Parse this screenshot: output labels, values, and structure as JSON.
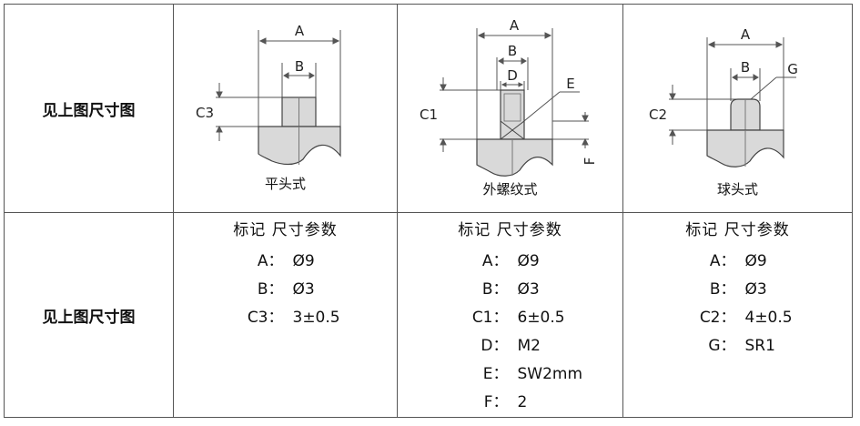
{
  "row_label": "见上图尺寸图",
  "columns": [
    {
      "caption": "平头式",
      "dims": {
        "A": "A",
        "B": "B",
        "C": "C3"
      },
      "header": "标记 尺寸参数",
      "params": [
        {
          "key": "A：",
          "val": "Ø9"
        },
        {
          "key": "B：",
          "val": "Ø3"
        },
        {
          "key": "C3：",
          "val": "3±0.5"
        }
      ]
    },
    {
      "caption": "外螺纹式",
      "dims": {
        "A": "A",
        "B": "B",
        "D": "D",
        "E": "E",
        "C": "C1",
        "F": "F"
      },
      "header": "标记 尺寸参数",
      "params": [
        {
          "key": "A：",
          "val": "Ø9"
        },
        {
          "key": "B：",
          "val": "Ø3"
        },
        {
          "key": "C1：",
          "val": "6±0.5"
        },
        {
          "key": "D：",
          "val": "M2"
        },
        {
          "key": "E：",
          "val": "SW2mm"
        },
        {
          "key": "F：",
          "val": "2"
        }
      ]
    },
    {
      "caption": "球头式",
      "dims": {
        "A": "A",
        "B": "B",
        "G": "G",
        "C": "C2"
      },
      "header": "标记 尺寸参数",
      "params": [
        {
          "key": "A：",
          "val": "Ø9"
        },
        {
          "key": "B：",
          "val": "Ø3"
        },
        {
          "key": "C2：",
          "val": "4±0.5"
        },
        {
          "key": "G：",
          "val": "SR1"
        }
      ]
    }
  ]
}
